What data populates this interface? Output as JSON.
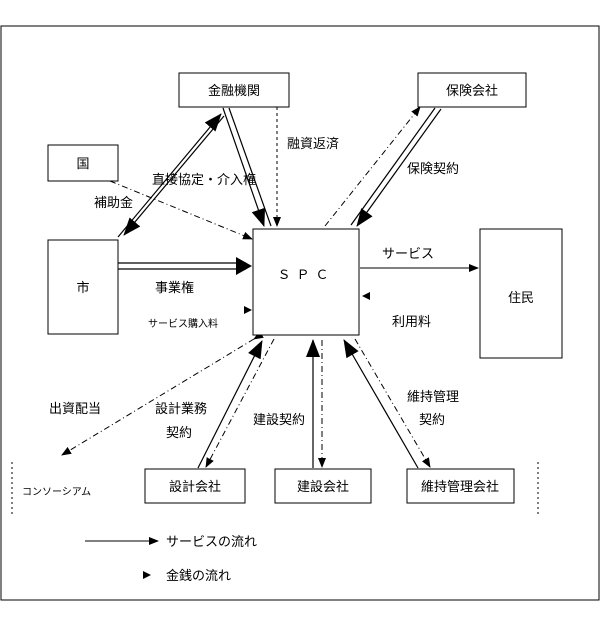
{
  "nodes": {
    "finance": "金融機関",
    "insurance": "保険会社",
    "country": "国",
    "city": "市",
    "spc": "ＳＰＣ",
    "residents": "住民",
    "design_co": "設計会社",
    "construction_co": "建設会社",
    "maintenance_co": "維持管理会社"
  },
  "consortium_label": "コンソーシアム",
  "labels": {
    "financing_repayment": "融資返済",
    "insurance_contract": "保険契約",
    "direct_agreement": "直接協定・介入権",
    "subsidy": "補助金",
    "service": "サービス",
    "business_rights": "事業権",
    "service_purchase_fee": "サービス購入料",
    "usage_fee": "利用料",
    "investment_dividend": "出資配当",
    "design_contract_1": "設計業務",
    "design_contract_2": "契約",
    "construction_contract": "建設契約",
    "maintenance_contract_1": "維持管理",
    "maintenance_contract_2": "契約"
  },
  "legend": {
    "service_flow": "サービスの流れ",
    "money_flow": "金銭の流れ"
  }
}
